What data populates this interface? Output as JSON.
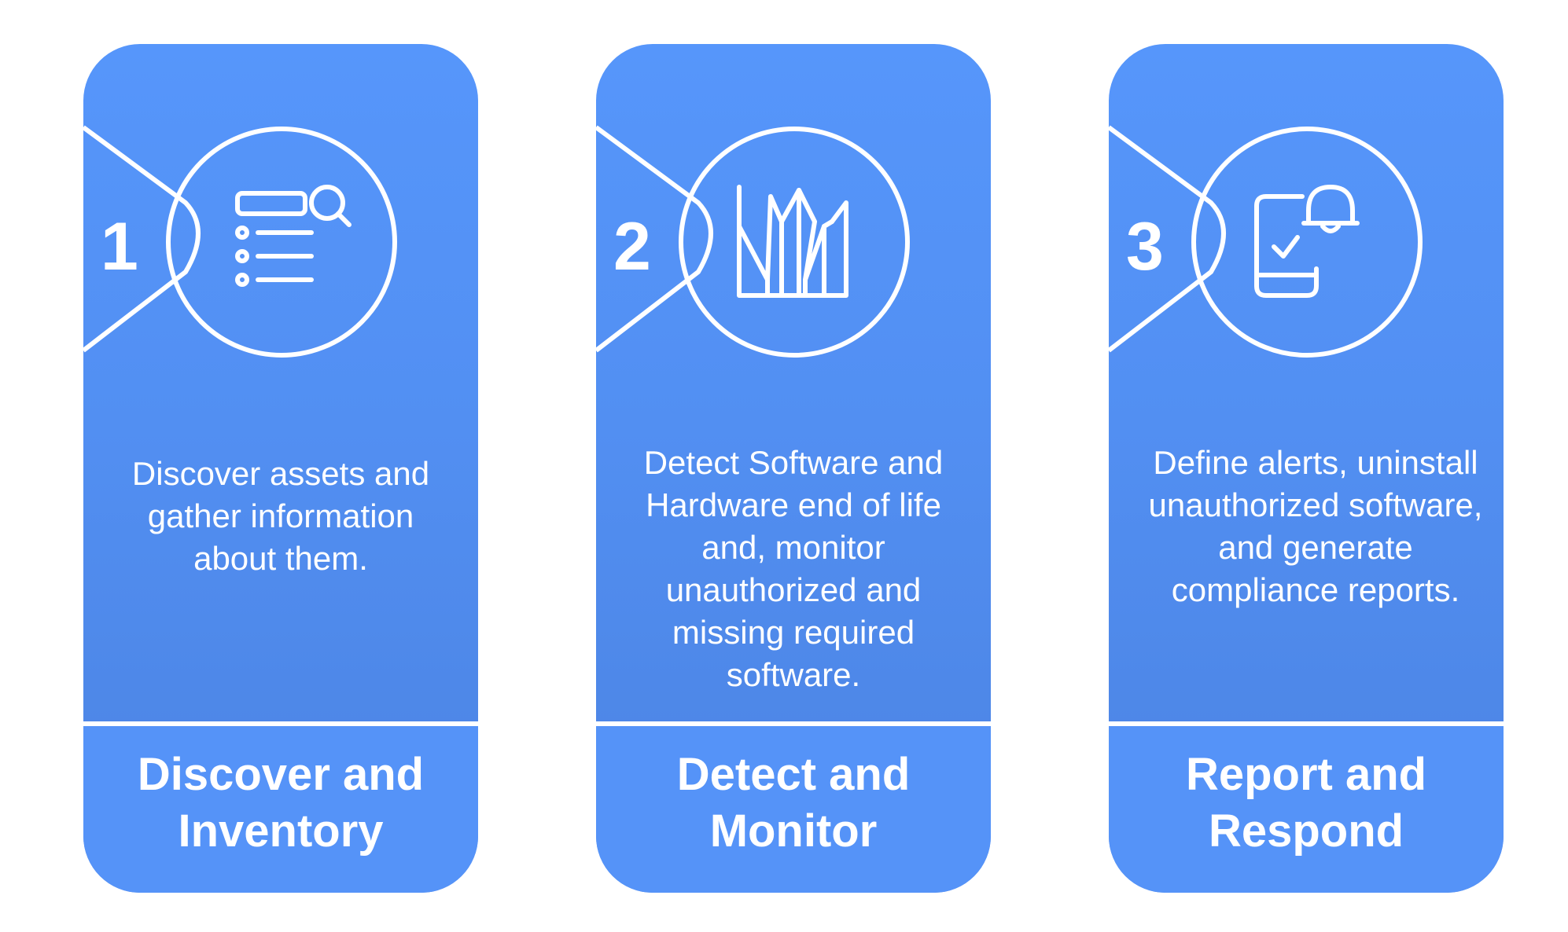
{
  "steps": [
    {
      "number": "1",
      "icon": "search-list-icon",
      "description": "Discover assets and gather information about them.",
      "title_line1": "Discover and",
      "title_line2": "Inventory"
    },
    {
      "number": "2",
      "icon": "chart-icon",
      "description": "Detect Software and Hardware end of life and, monitor unauthorized and missing required software.",
      "title_line1": "Detect and",
      "title_line2": "Monitor"
    },
    {
      "number": "3",
      "icon": "phone-bell-icon",
      "description": "Define alerts, uninstall unauthorized software, and generate compliance reports.",
      "title_line1": "Report and",
      "title_line2": "Respond"
    }
  ],
  "colors": {
    "card": "#5593f8",
    "line": "#ffffff",
    "background": "#ffffff"
  }
}
